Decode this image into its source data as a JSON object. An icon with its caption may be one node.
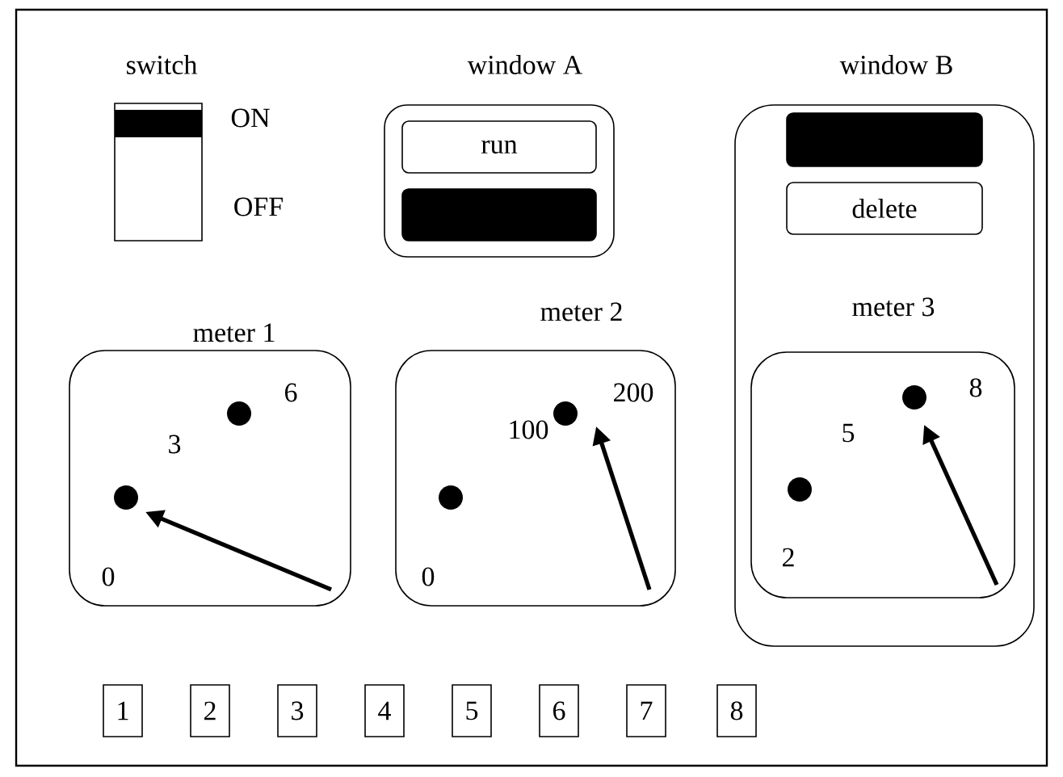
{
  "diagram": {
    "nodes": [
      {
        "text": [
          "switch"
        ],
        "beside": [
          "ON",
          "OFF"
        ]
      },
      {
        "text": [
          "window A"
        ]
      },
      {
        "text": [
          "run"
        ],
        "in": 1
      },
      {
        "text": [],
        "shape": "bar",
        "in": 1
      },
      {
        "text": [
          "window B"
        ]
      },
      {
        "text": [],
        "shape": "bar",
        "in": 4
      },
      {
        "text": [
          "delete"
        ],
        "in": 4
      },
      {
        "text": [
          "meter 1",
          "6",
          "3",
          "0"
        ]
      },
      {
        "text": [
          "meter 2",
          "200",
          "100",
          "0"
        ]
      },
      {
        "text": [
          "meter 3",
          "8",
          "5",
          "2"
        ],
        "in": 4
      },
      {
        "text": [
          "1"
        ]
      },
      {
        "text": [
          "2"
        ]
      },
      {
        "text": [
          "3"
        ]
      },
      {
        "text": [
          "4"
        ]
      },
      {
        "text": [
          "5"
        ]
      },
      {
        "text": [
          "6"
        ]
      },
      {
        "text": [
          "7"
        ]
      },
      {
        "text": [
          "8"
        ]
      }
    ]
  }
}
